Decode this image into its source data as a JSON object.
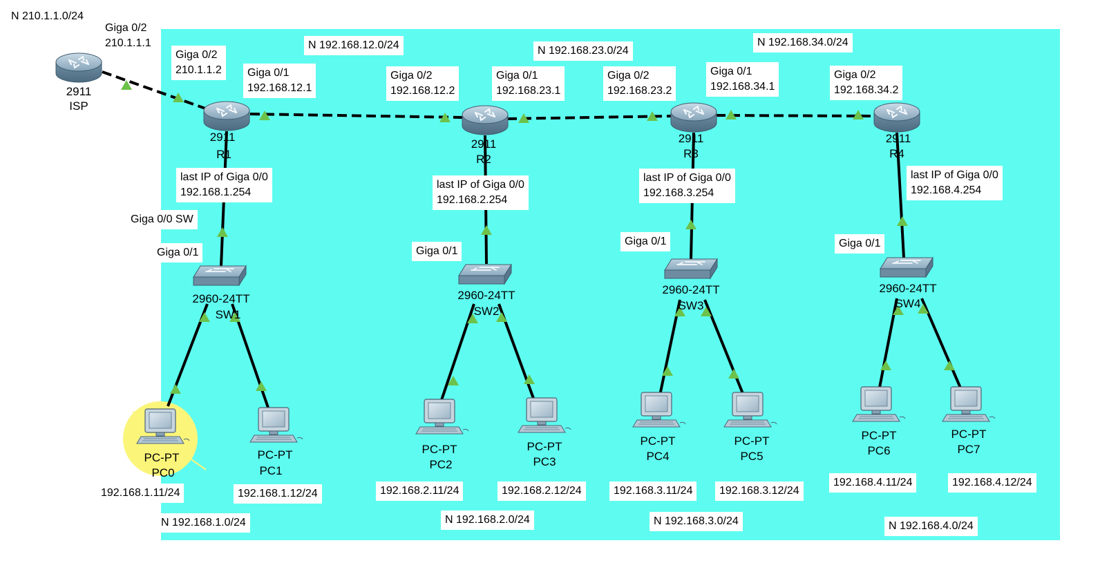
{
  "networks": {
    "isp": "N 210.1.1.0/24",
    "r1r2": "N 192.168.12.0/24",
    "r2r3": "N 192.168.23.0/24",
    "r3r4": "N 192.168.34.0/24",
    "lan1": "N 192.168.1.0/24",
    "lan2": "N 192.168.2.0/24",
    "lan3": "N 192.168.3.0/24",
    "lan4": "N 192.168.4.0/24"
  },
  "interfaces": {
    "isp_g02": "Giga 0/2\n210.1.1.1",
    "r1_g02": "Giga 0/2\n210.1.1.2",
    "r1_g01": "Giga 0/1\n192.168.12.1",
    "r2_g02": "Giga 0/2\n192.168.12.2",
    "r2_g01": "Giga 0/1\n192.168.23.1",
    "r3_g02": "Giga 0/2\n192.168.23.2",
    "r3_g01": "Giga 0/1\n192.168.34.1",
    "r4_g02": "Giga 0/2\n192.168.34.2",
    "r1_g00": "last IP of Giga 0/0\n192.168.1.254",
    "r2_g00": "last IP of Giga 0/0\n192.168.2.254",
    "r3_g00": "last IP of Giga 0/0\n192.168.3.254",
    "r4_g00": "last IP of Giga 0/0\n192.168.4.254",
    "sw1_up": "Giga 0/0 SW",
    "sw1_g01": "Giga 0/1",
    "sw2_g01": "Giga 0/1",
    "sw3_g01": "Giga 0/1",
    "sw4_g01": "Giga 0/1"
  },
  "routers": [
    {
      "model": "2911",
      "name": "ISP"
    },
    {
      "model": "2911",
      "name": "R1"
    },
    {
      "model": "2911",
      "name": "R2"
    },
    {
      "model": "2911",
      "name": "R3"
    },
    {
      "model": "2911",
      "name": "R4"
    }
  ],
  "switches": [
    {
      "model": "2960-24TT",
      "name": "SW1"
    },
    {
      "model": "2960-24TT",
      "name": "SW2"
    },
    {
      "model": "2960-24TT",
      "name": "SW3"
    },
    {
      "model": "2960-24TT",
      "name": "SW4"
    }
  ],
  "pcs": [
    {
      "model": "PC-PT",
      "name": "PC0",
      "ip": "192.168.1.11/24"
    },
    {
      "model": "PC-PT",
      "name": "PC1",
      "ip": "192.168.1.12/24"
    },
    {
      "model": "PC-PT",
      "name": "PC2",
      "ip": "192.168.2.11/24"
    },
    {
      "model": "PC-PT",
      "name": "PC3",
      "ip": "192.168.2.12/24"
    },
    {
      "model": "PC-PT",
      "name": "PC4",
      "ip": "192.168.3.11/24"
    },
    {
      "model": "PC-PT",
      "name": "PC5",
      "ip": "192.168.3.12/24"
    },
    {
      "model": "PC-PT",
      "name": "PC6",
      "ip": "192.168.4.11/24"
    },
    {
      "model": "PC-PT",
      "name": "PC7",
      "ip": "192.168.4.12/24"
    }
  ],
  "colors": {
    "area": "#5efcf0",
    "link_up": "#6cc24a",
    "router": "#7f9fb5",
    "highlight": "#fbf57a"
  }
}
